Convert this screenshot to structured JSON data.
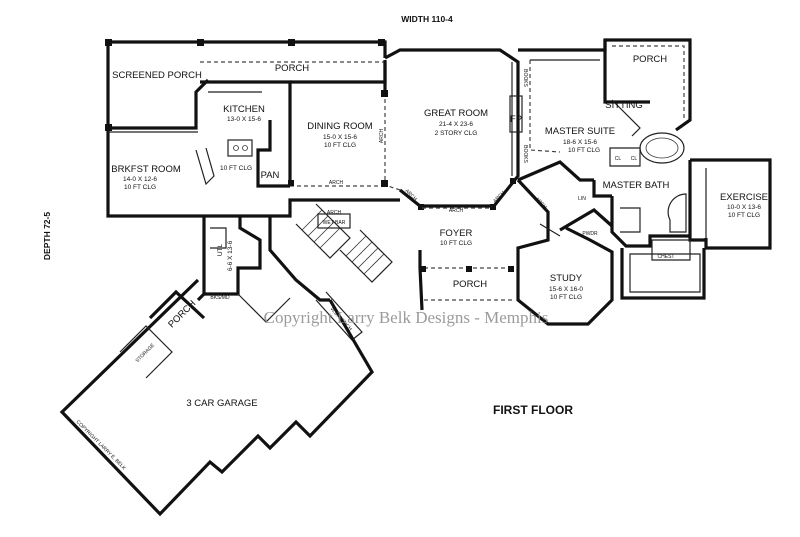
{
  "width_label": "WIDTH 110-4",
  "depth_label": "DEPTH 72-5",
  "floor_label": "FIRST FLOOR",
  "copyright_watermark": "Copyright Larry Belk Designs - Memphis",
  "copyright_garage": "COPYRIGHT LARRY E. BELK",
  "rooms": {
    "screened_porch": {
      "name": "SCREENED PORCH"
    },
    "porch_top": {
      "name": "PORCH"
    },
    "kitchen": {
      "name": "KITCHEN",
      "size": "13-0 X 15-6",
      "ceiling": "10 FT CLG"
    },
    "brkfst": {
      "name": "BRKFST ROOM",
      "size": "14-0 X 12-6",
      "ceiling": "10 FT CLG"
    },
    "dining": {
      "name": "DINING ROOM",
      "size": "15-0 X 15-6",
      "ceiling": "10 FT CLG"
    },
    "pan": {
      "name": "PAN"
    },
    "great": {
      "name": "GREAT ROOM",
      "size": "21-4 X 23-6",
      "ceiling": "2 STORY CLG"
    },
    "fp": {
      "name": "FP"
    },
    "master_suite": {
      "name": "MASTER SUITE",
      "size": "18-6 X 15-6",
      "ceiling": "10 FT CLG"
    },
    "sitting": {
      "name": "SITTING"
    },
    "porch_master": {
      "name": "PORCH"
    },
    "master_bath": {
      "name": "MASTER BATH"
    },
    "exercise": {
      "name": "EXERCISE",
      "size": "10-0 X 13-6",
      "ceiling": "10 FT CLG"
    },
    "foyer": {
      "name": "FOYER",
      "ceiling": "10 FT CLG"
    },
    "porch_front": {
      "name": "PORCH"
    },
    "study": {
      "name": "STUDY",
      "size": "15-6 X 16-0",
      "ceiling": "10 FT CLG"
    },
    "utl": {
      "name": "UTL",
      "size": "6-6 X 13-6"
    },
    "porch_garage": {
      "name": "PORCH"
    },
    "storage": {
      "name": "STORAGE"
    },
    "garage": {
      "name": "3 CAR GARAGE"
    },
    "pwdr": {
      "name": "PWDR"
    },
    "lin": {
      "name": "LIN"
    },
    "chest": {
      "name": "CHEST"
    },
    "bksmd": {
      "name": "BKS/MD"
    },
    "wet_bar": {
      "name": "WET BAR"
    },
    "wb_bench": {
      "name": "W.B. BENCH"
    }
  },
  "annotations": {
    "arch": "ARCH",
    "books": "BOOKS",
    "closet": "CL"
  }
}
